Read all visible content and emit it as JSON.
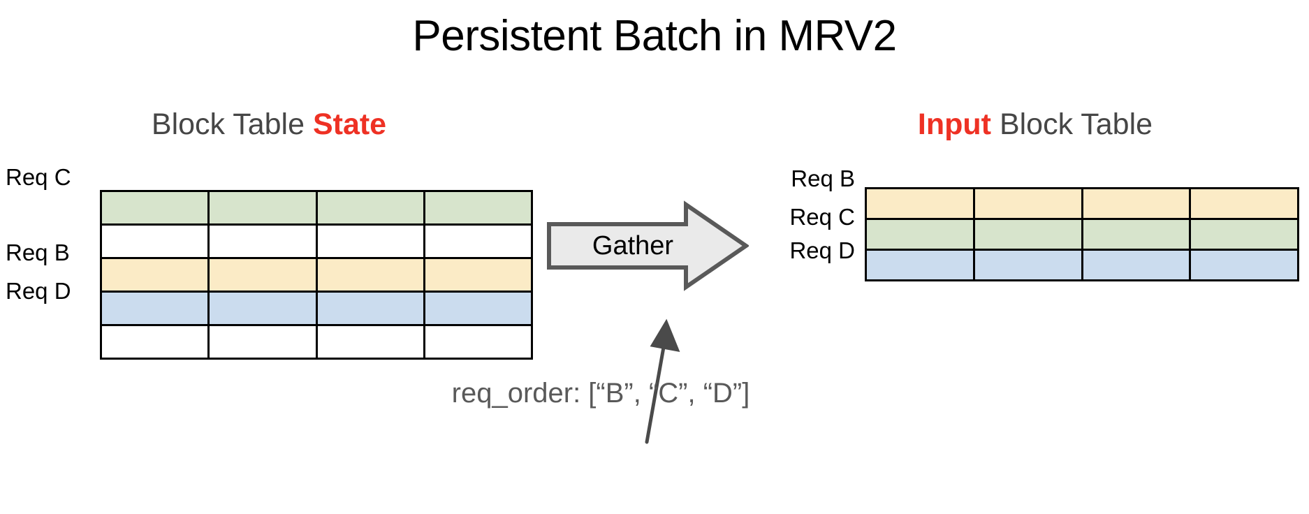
{
  "page": {
    "title": "Persistent Batch in MRV2",
    "background": "#ffffff",
    "accent_color": "#EE3124",
    "heading_color": "#464646",
    "caption_color": "#595959"
  },
  "headings": {
    "left": {
      "plain_prefix": "Block Table ",
      "accent": "State",
      "plain_suffix": ""
    },
    "right": {
      "plain_prefix": "",
      "accent": "Input",
      "plain_suffix": " Block Table"
    }
  },
  "state_table": {
    "columns": 4,
    "colors": {
      "green": "#D7E4CC",
      "yellow": "#FBEBC6",
      "blue": "#CBDCEE",
      "empty": "#FFFFFF"
    },
    "rows": [
      {
        "label": "Req C",
        "fill": "green"
      },
      {
        "label": "",
        "fill": "empty"
      },
      {
        "label": "Req B",
        "fill": "yellow"
      },
      {
        "label": "Req D",
        "fill": "blue"
      },
      {
        "label": "",
        "fill": "empty"
      }
    ]
  },
  "input_table": {
    "columns": 4,
    "rows": [
      {
        "label": "Req B",
        "fill": "yellow"
      },
      {
        "label": "Req C",
        "fill": "green"
      },
      {
        "label": "Req D",
        "fill": "blue"
      }
    ]
  },
  "gather": {
    "label": "Gather",
    "fill": "#EAEAEA",
    "stroke": "#595959"
  },
  "caption": {
    "text": "req_order: [“B”, “C”, “D”]"
  }
}
